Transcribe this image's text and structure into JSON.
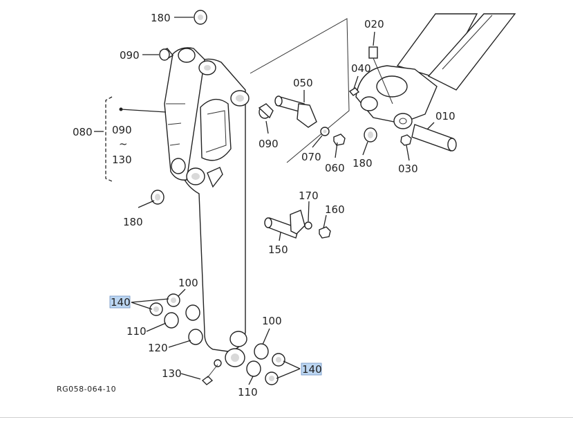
{
  "diagram": {
    "reference_code": "RG058-064-10",
    "highlight_color": "#bcd6f2",
    "labels": {
      "p180_top": "180",
      "p090_top": "090",
      "p080": "080",
      "p080_range_from": "090",
      "p080_range_tilde": "~",
      "p080_range_to": "130",
      "p180_left": "180",
      "p050": "050",
      "p090_mid": "090",
      "p070": "070",
      "p060": "060",
      "p020": "020",
      "p040": "040",
      "p010": "010",
      "p180_right": "180",
      "p030": "030",
      "p170": "170",
      "p160": "160",
      "p150": "150",
      "p100_left": "100",
      "p140_left": "140",
      "p110_left": "110",
      "p120": "120",
      "p100_right": "100",
      "p140_right": "140",
      "p130": "130",
      "p110_bottom": "110"
    }
  }
}
